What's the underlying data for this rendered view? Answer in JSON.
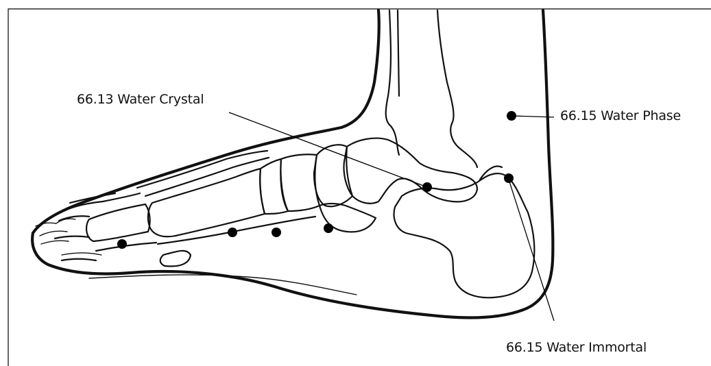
{
  "labels": {
    "water_crystal": "66.13 Water Crystal",
    "water_phase": "66.15 Water Phase",
    "water_immortal": "66.15 Water Immortal"
  },
  "colors": {
    "ink": "#111111",
    "background": "#ffffff"
  }
}
